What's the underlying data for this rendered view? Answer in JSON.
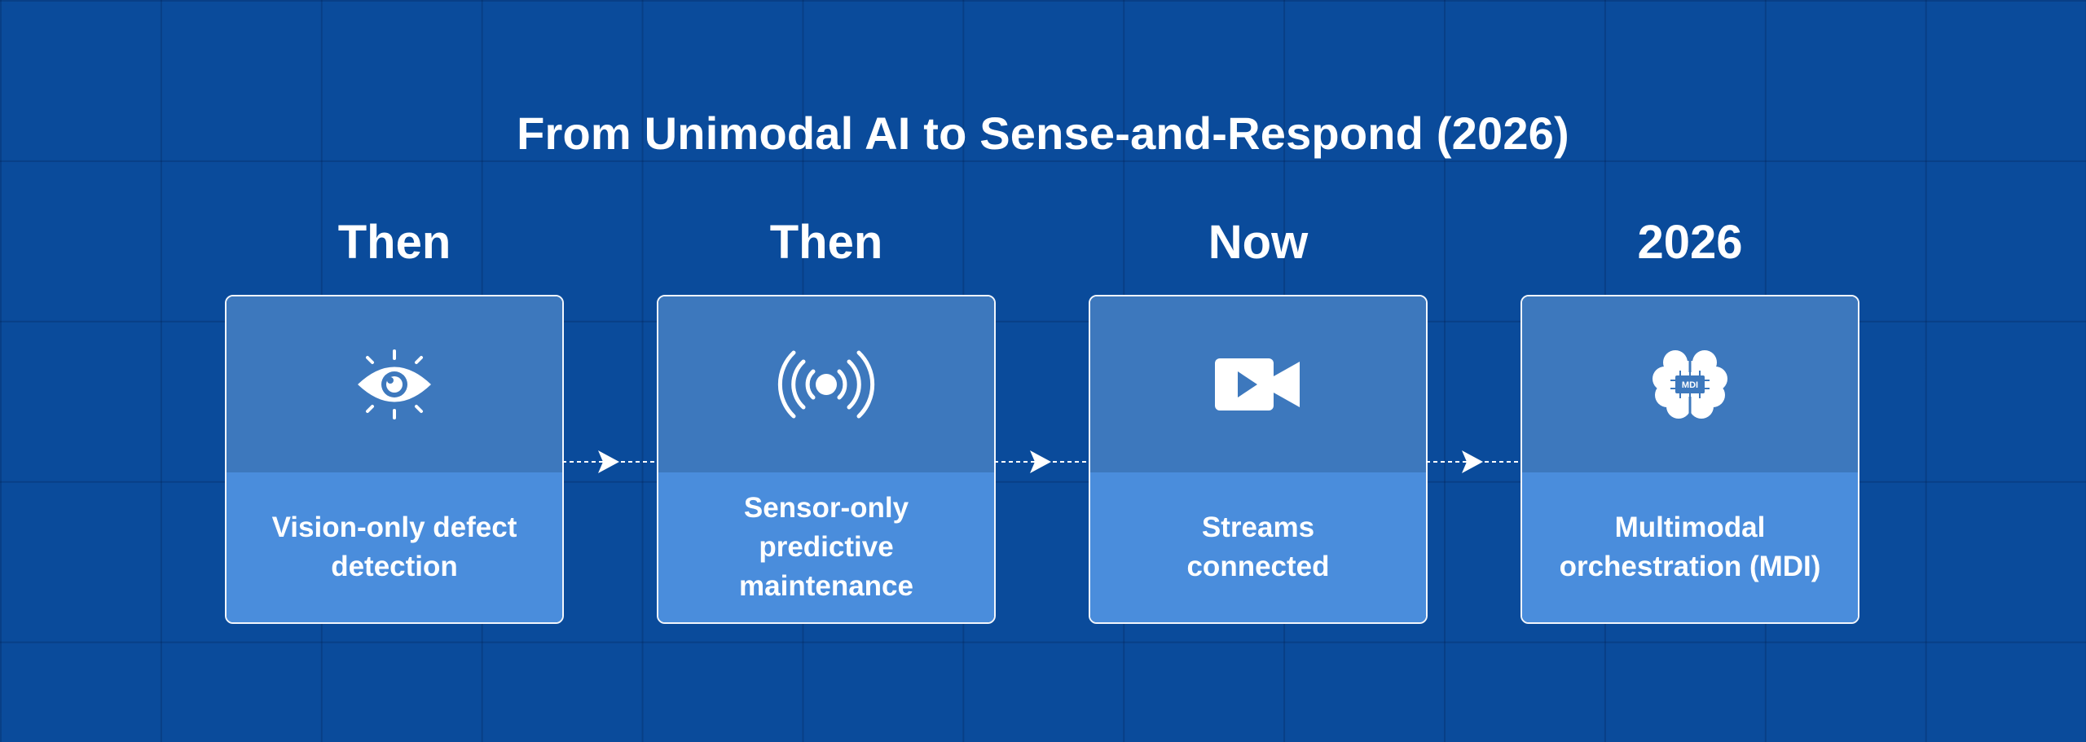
{
  "title": "From Unimodal AI to Sense-and-Respond (2026)",
  "stages": [
    {
      "heading": "Then",
      "icon": "eye-icon",
      "label": "Vision-only defect\ndetection"
    },
    {
      "heading": "Then",
      "icon": "sensor-signal-icon",
      "label": "Sensor-only predictive\nmaintenance"
    },
    {
      "heading": "Now",
      "icon": "video-camera-icon",
      "label": "Streams\nconnected"
    },
    {
      "heading": "2026",
      "icon": "brain-chip-icon",
      "icon_text": "MDI",
      "label": "Multimodal\norchestration (MDI)"
    }
  ],
  "colors": {
    "background": "#0a4b9b",
    "card_top": "#3d78bd",
    "card_bottom": "#4a8ddc",
    "border": "#f2f6fc",
    "text": "#ffffff"
  }
}
